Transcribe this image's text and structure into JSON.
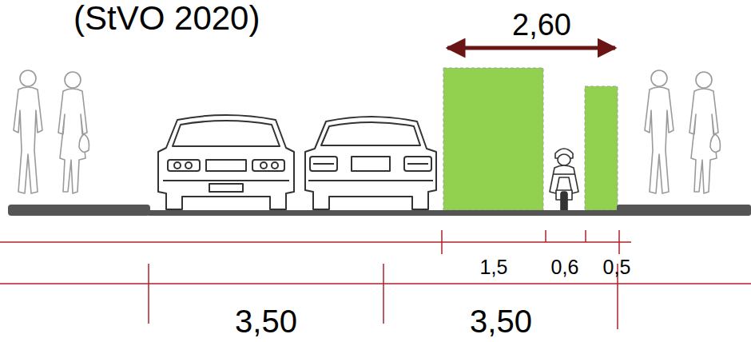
{
  "diagram": {
    "title": "(StVO 2020)",
    "labels": [
      "2,60",
      "1,5",
      "0,6",
      "0,5",
      "3,50",
      "3,50"
    ]
  }
}
